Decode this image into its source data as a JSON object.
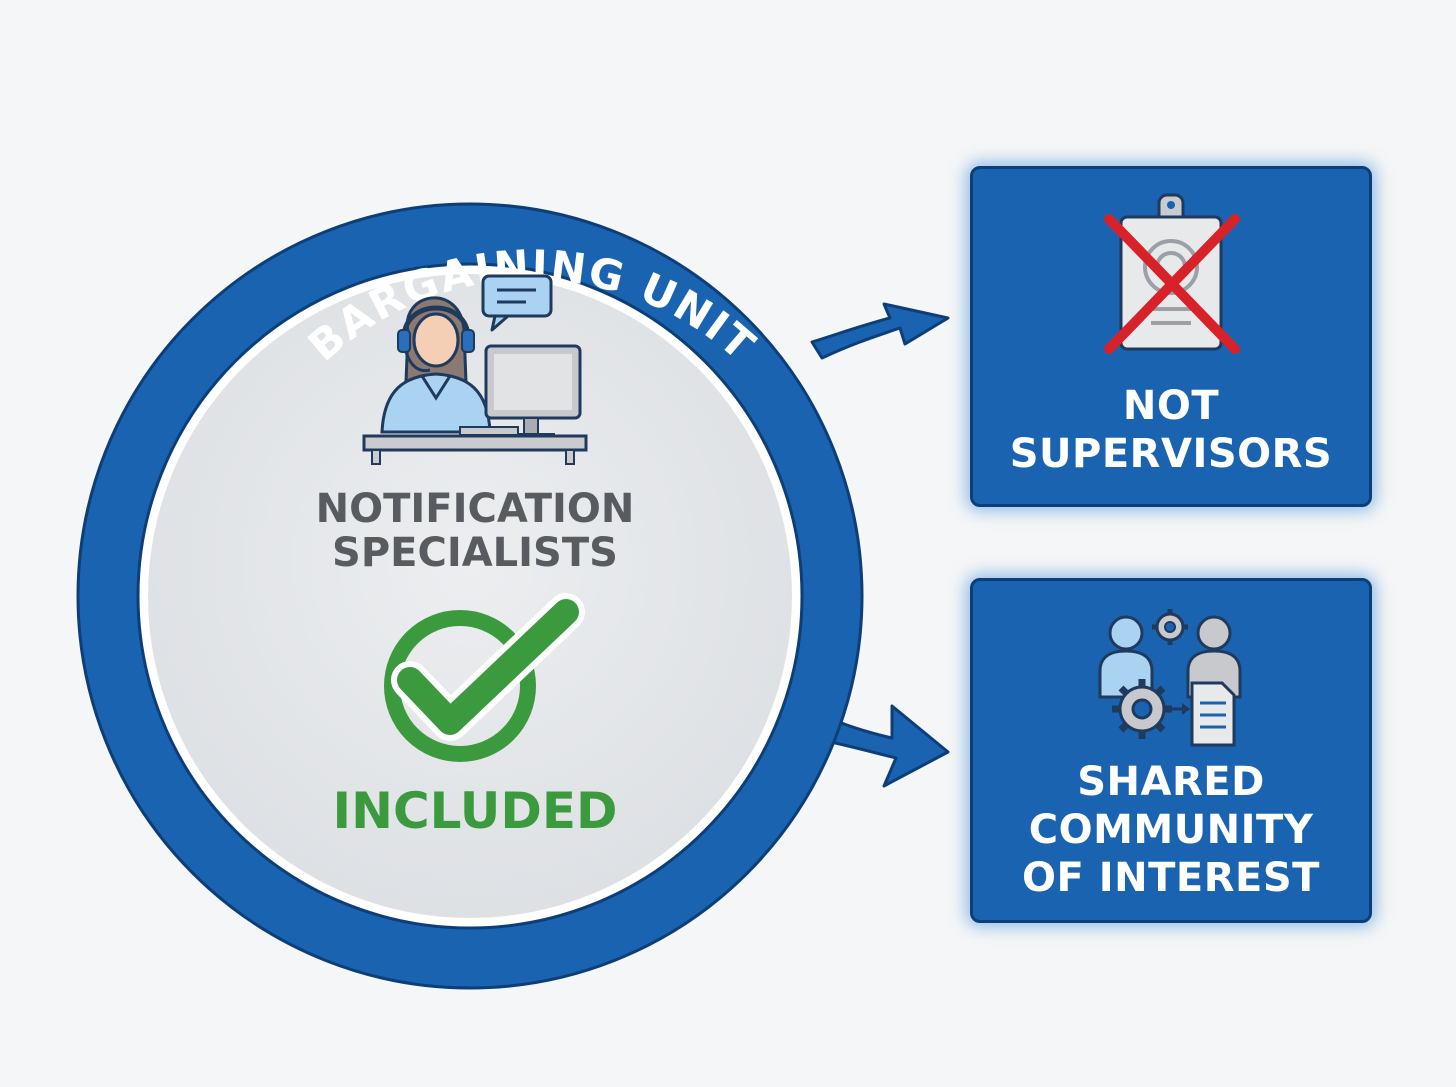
{
  "circle": {
    "ring_title": "BARGAINING UNIT",
    "role_line_1": "NOTIFICATION",
    "role_line_2": "SPECIALISTS",
    "status_label": "INCLUDED"
  },
  "boxes": [
    {
      "line_1": "NOT",
      "line_2": "SUPERVISORS",
      "icon": "crossed-out-badge-icon"
    },
    {
      "line_1": "SHARED",
      "line_2": "COMMUNITY",
      "line_3": "OF INTEREST",
      "icon": "team-collaboration-icon"
    }
  ],
  "colors": {
    "ring_blue": "#1a63b1",
    "ring_outline": "#0d3e78",
    "inner_fill": "#e4e6e9",
    "included_green": "#3c9a3e",
    "text_gray": "#585b60",
    "cross_red": "#d8222a"
  },
  "icons": {
    "worker": "call-center-agent-icon",
    "check": "check-circle-icon",
    "arrow": "arrow-right-icon"
  }
}
